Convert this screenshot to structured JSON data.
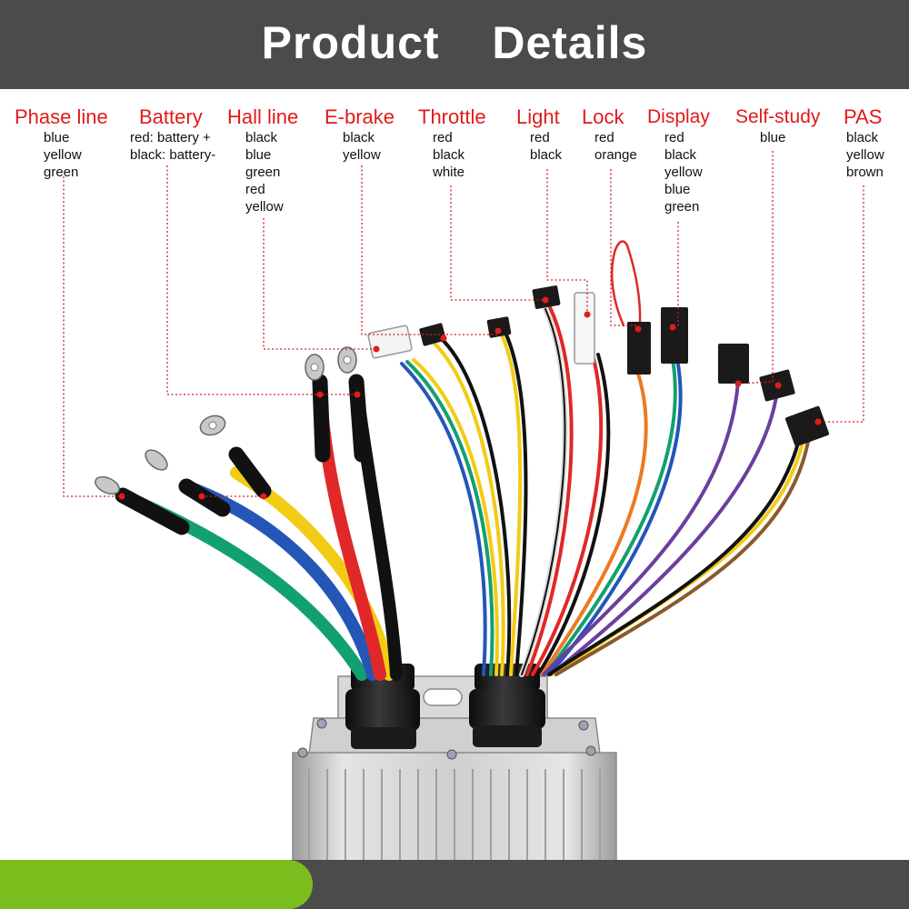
{
  "header": {
    "title": "Product  Details"
  },
  "colors": {
    "header_bg": "#4b4b4b",
    "label_red": "#e01a1a",
    "footer_green": "#7cbd1e",
    "wire_green": "#12a070",
    "wire_blue": "#2456b8",
    "wire_yellow": "#f2cc14",
    "wire_red": "#e02828",
    "wire_black": "#111111",
    "wire_orange": "#ec7a22",
    "wire_purple": "#6a3f9e",
    "wire_brown": "#8a5a2a"
  },
  "labels": [
    {
      "id": "phase-line",
      "name": "Phase line",
      "wires": [
        "blue",
        "yellow",
        "green"
      ]
    },
    {
      "id": "battery",
      "name": "Battery",
      "wires": [
        "red: battery +",
        "black: battery-"
      ]
    },
    {
      "id": "hall-line",
      "name": "Hall line",
      "wires": [
        "black",
        "blue",
        "green",
        "red",
        "yellow"
      ]
    },
    {
      "id": "e-brake",
      "name": "E-brake",
      "wires": [
        "black",
        "yellow"
      ]
    },
    {
      "id": "throttle",
      "name": "Throttle",
      "wires": [
        "red",
        "black",
        "white"
      ]
    },
    {
      "id": "light",
      "name": "Light",
      "wires": [
        "red",
        "black"
      ]
    },
    {
      "id": "lock",
      "name": "Lock",
      "wires": [
        "red",
        "orange"
      ]
    },
    {
      "id": "display",
      "name": "Display",
      "wires": [
        "red",
        "black",
        "yellow",
        "blue",
        "green"
      ]
    },
    {
      "id": "self-study",
      "name": "Self-study",
      "wires": [
        "blue"
      ]
    },
    {
      "id": "pas",
      "name": "PAS",
      "wires": [
        "black",
        "yellow",
        "brown"
      ]
    }
  ]
}
